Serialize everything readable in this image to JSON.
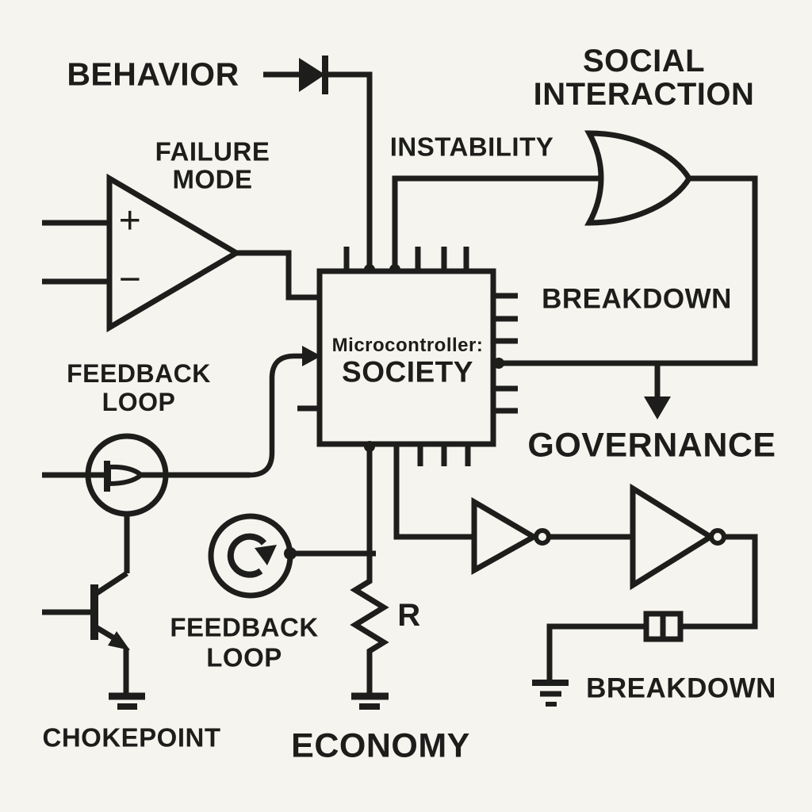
{
  "title": "Society as a circuit schematic",
  "colors": {
    "background": "#f6f4ee",
    "ink": "#1d1d1b"
  },
  "labels": {
    "behavior": "BEHAVIOR",
    "failure_mode": [
      "FAILURE",
      "MODE"
    ],
    "social_interaction": [
      "SOCIAL",
      "INTERACTION"
    ],
    "instability": "INSTABILITY",
    "breakdown_right": "BREAKDOWN",
    "governance": "GOVERNANCE",
    "feedback_loop_upper": [
      "FEEDBACK",
      "LOOP"
    ],
    "feedback_loop_lower": [
      "FEEDBACK",
      "LOOP"
    ],
    "chokepoint": "CHOKEPOINT",
    "economy": "ECONOMY",
    "breakdown_bottom": "BREAKDOWN",
    "resistor_ref": "R",
    "chip": [
      "Microcontroller:",
      "SOCIETY"
    ],
    "opamp_plus": "+",
    "opamp_minus": "−"
  },
  "components": [
    "diode-icon",
    "opamp-icon",
    "or-gate-icon",
    "microcontroller-chip",
    "buffer-source-icon",
    "rotation-source-icon",
    "npn-transistor-icon",
    "resistor-icon",
    "inverter-icon",
    "inverter-icon",
    "fuse-icon",
    "ground-icon",
    "ground-icon",
    "ground-icon",
    "arrow-down-icon",
    "arrow-right-icon"
  ]
}
